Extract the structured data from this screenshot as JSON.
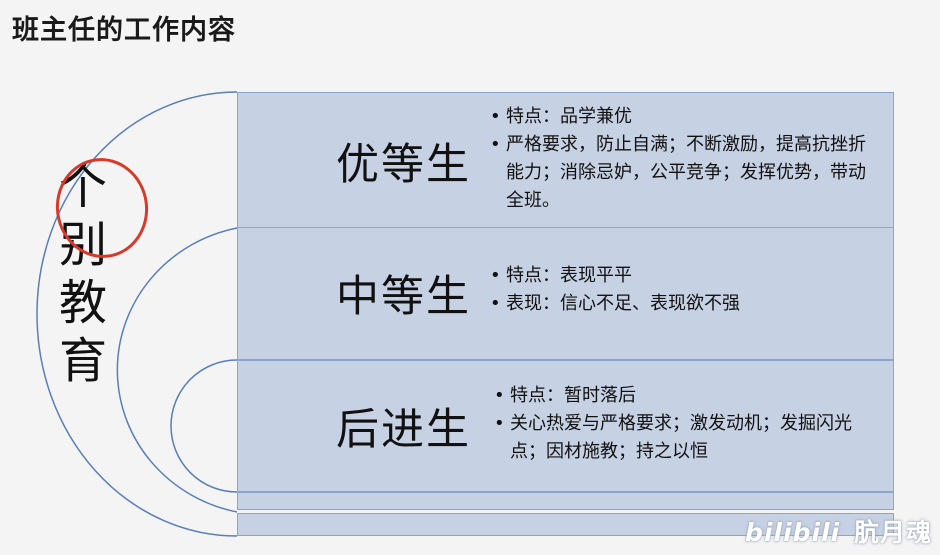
{
  "title": "班主任的工作内容",
  "left_label": [
    "个",
    "别",
    "教",
    "育"
  ],
  "sections": [
    {
      "heading": "优等生",
      "bullets": [
        "特点：品学兼优",
        "严格要求，防止自满；不断激励，提高抗挫折能力；消除忌妒，公平竞争；发挥优势，带动全班。"
      ]
    },
    {
      "heading": "中等生",
      "bullets": [
        "特点：表现平平",
        "表现：信心不足、表现欲不强"
      ]
    },
    {
      "heading": "后进生",
      "bullets": [
        "特点：暂时落后",
        "关心热爱与严格要求；激发动机；发掘闪光点；因材施教；持之以恒"
      ]
    }
  ],
  "watermark": {
    "logo": "bilibili",
    "user": "肮月魂"
  },
  "colors": {
    "band": "#c7d1e4",
    "band_border": "#8ea4c8",
    "arc": "#5a7fb8",
    "annotation": "#d63a2a"
  }
}
